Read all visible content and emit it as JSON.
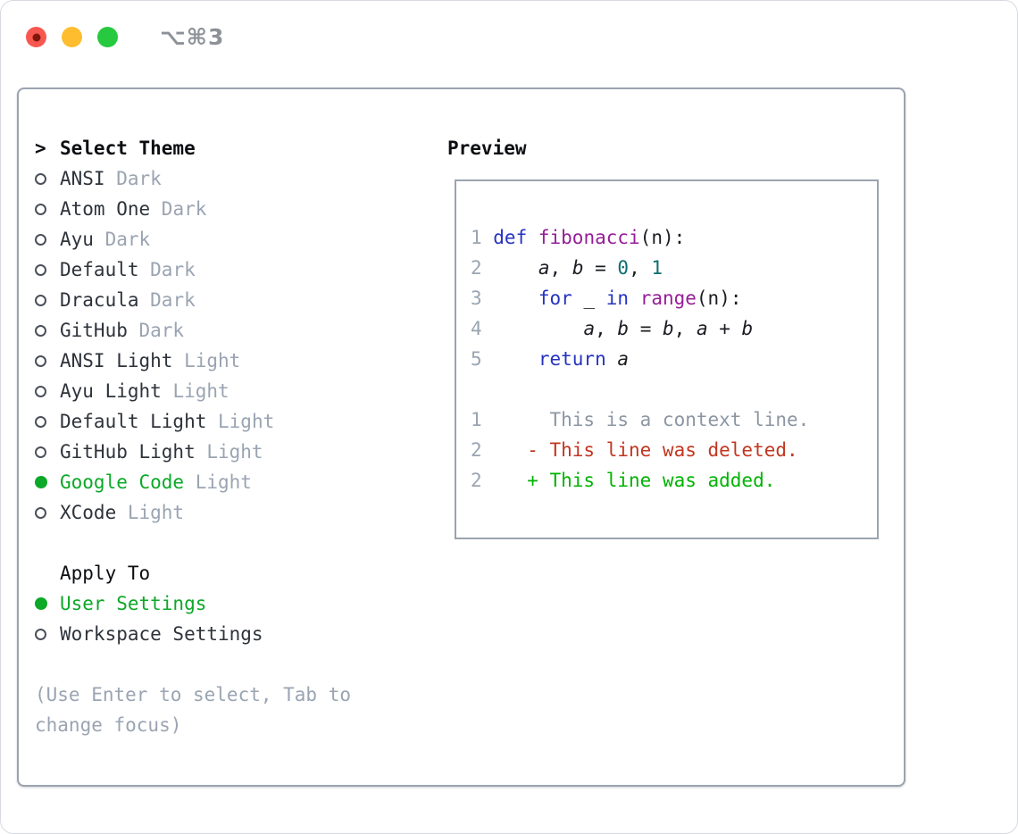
{
  "window": {
    "shortcut": "⌥⌘3",
    "traffic_lights": [
      "close",
      "minimize",
      "zoom"
    ]
  },
  "picker": {
    "prompt": ">",
    "title": "Select Theme",
    "themes": [
      {
        "name": "ANSI",
        "variant": "Dark",
        "selected": false
      },
      {
        "name": "Atom One",
        "variant": "Dark",
        "selected": false
      },
      {
        "name": "Ayu",
        "variant": "Dark",
        "selected": false
      },
      {
        "name": "Default",
        "variant": "Dark",
        "selected": false
      },
      {
        "name": "Dracula",
        "variant": "Dark",
        "selected": false
      },
      {
        "name": "GitHub",
        "variant": "Dark",
        "selected": false
      },
      {
        "name": "ANSI Light",
        "variant": "Light",
        "selected": false
      },
      {
        "name": "Ayu Light",
        "variant": "Light",
        "selected": false
      },
      {
        "name": "Default Light",
        "variant": "Light",
        "selected": false
      },
      {
        "name": "GitHub Light",
        "variant": "Light",
        "selected": false
      },
      {
        "name": "Google Code",
        "variant": "Light",
        "selected": true
      },
      {
        "name": "XCode",
        "variant": "Light",
        "selected": false
      }
    ],
    "apply_title": "Apply To",
    "apply_options": [
      {
        "label": "User Settings",
        "selected": true
      },
      {
        "label": "Workspace Settings",
        "selected": false
      }
    ],
    "help_lines": [
      "(Use Enter to select, Tab to",
      "change focus)"
    ]
  },
  "preview": {
    "title": "Preview",
    "code_lines": [
      {
        "num": "1",
        "tokens": [
          [
            "kw",
            "def"
          ],
          [
            "pl",
            " "
          ],
          [
            "fn",
            "fibonacci"
          ],
          [
            "pl",
            "(n):"
          ]
        ]
      },
      {
        "num": "2",
        "tokens": [
          [
            "pl",
            "    "
          ],
          [
            "var",
            "a"
          ],
          [
            "pl",
            ", "
          ],
          [
            "var",
            "b"
          ],
          [
            "pl",
            " = "
          ],
          [
            "num",
            "0"
          ],
          [
            "pl",
            ", "
          ],
          [
            "num",
            "1"
          ]
        ]
      },
      {
        "num": "3",
        "tokens": [
          [
            "pl",
            "    "
          ],
          [
            "kw",
            "for"
          ],
          [
            "pl",
            " _ "
          ],
          [
            "kw",
            "in"
          ],
          [
            "pl",
            " "
          ],
          [
            "fn",
            "range"
          ],
          [
            "pl",
            "(n):"
          ]
        ]
      },
      {
        "num": "4",
        "tokens": [
          [
            "pl",
            "        "
          ],
          [
            "var",
            "a"
          ],
          [
            "pl",
            ", "
          ],
          [
            "var",
            "b"
          ],
          [
            "pl",
            " = "
          ],
          [
            "var",
            "b"
          ],
          [
            "pl",
            ", "
          ],
          [
            "var",
            "a"
          ],
          [
            "pl",
            " + "
          ],
          [
            "var",
            "b"
          ]
        ]
      },
      {
        "num": "5",
        "tokens": [
          [
            "pl",
            "    "
          ],
          [
            "kw",
            "return"
          ],
          [
            "pl",
            " "
          ],
          [
            "var",
            "a"
          ]
        ]
      }
    ],
    "diff_lines": [
      {
        "num": "1",
        "type": "ctx",
        "text": "     This is a context line."
      },
      {
        "num": "2",
        "type": "del",
        "text": "   - This line was deleted."
      },
      {
        "num": "2",
        "type": "add",
        "text": "   + This line was added."
      }
    ]
  },
  "colors": {
    "accent_green": "#0ca827",
    "diff_add": "#00b303",
    "diff_del": "#c1361f",
    "keyword_blue": "#2633c0",
    "function_purple": "#951e98",
    "number_teal": "#0d6e70",
    "muted_gray": "#9aa4b2",
    "text_dark": "#2e333b",
    "border_gray": "#9ba3af",
    "traffic_red": "#f8574f",
    "traffic_yellow": "#fdbd2e",
    "traffic_green": "#27c93f"
  }
}
